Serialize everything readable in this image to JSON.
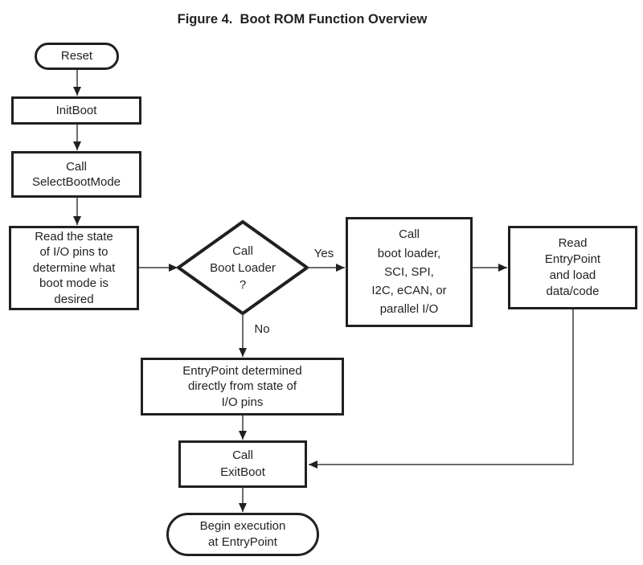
{
  "title": "Figure 4.  Boot ROM Function Overview",
  "nodes": {
    "reset": {
      "type": "terminator",
      "label": "Reset"
    },
    "initboot": {
      "type": "process",
      "label": "InitBoot"
    },
    "select_boot_mode": {
      "type": "process",
      "label": "Call\nSelectBootMode"
    },
    "read_state": {
      "type": "process",
      "label": "Read the state\nof I/O pins to\ndetermine what\nboot mode is\ndesired"
    },
    "call_boot_loader_decision": {
      "type": "decision",
      "label": "Call\nBoot Loader\n?"
    },
    "call_boot_loader": {
      "type": "process",
      "label": "Call\nboot loader,\nSCI, SPI,\nI2C, eCAN, or\nparallel I/O"
    },
    "read_entrypoint": {
      "type": "process",
      "label": "Read\nEntryPoint\nand load\ndata/code"
    },
    "entrypoint_determined": {
      "type": "process",
      "label": "EntryPoint determined\ndirectly from state of\nI/O pins"
    },
    "call_exitboot": {
      "type": "process",
      "label": "Call\nExitBoot"
    },
    "begin_execution": {
      "type": "terminator",
      "label": "Begin execution\nat EntryPoint"
    }
  },
  "edge_labels": {
    "yes": "Yes",
    "no": "No"
  },
  "colors": {
    "ink": "#231f20",
    "connector": "#3c3c3c",
    "background": "#ffffff"
  }
}
